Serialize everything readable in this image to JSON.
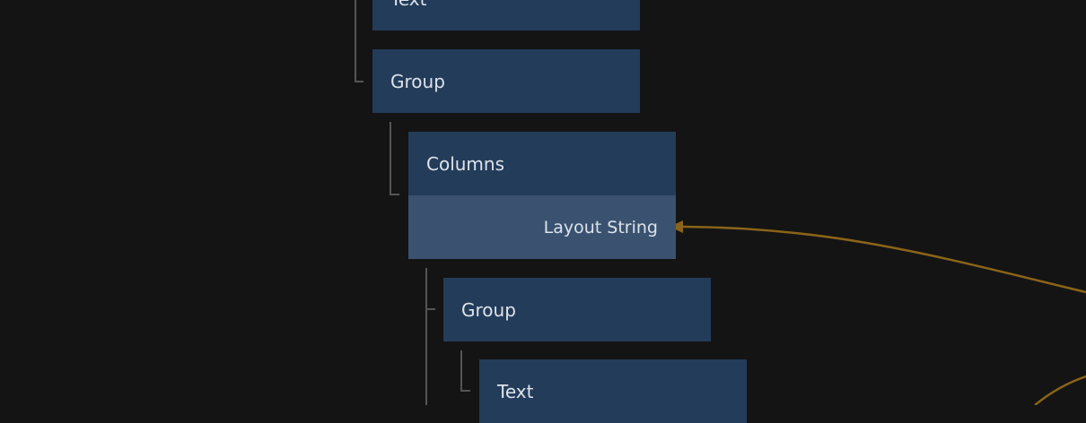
{
  "nodes": [
    {
      "label": "Text"
    },
    {
      "label": "Group"
    },
    {
      "label": "Columns",
      "port": "Layout String"
    },
    {
      "label": "Group"
    },
    {
      "label": "Text"
    }
  ],
  "colors": {
    "background": "#141414",
    "node": "#233c5a",
    "port_row": "#3a5270",
    "connection": "#8a6418",
    "tree_line": "#555555"
  }
}
